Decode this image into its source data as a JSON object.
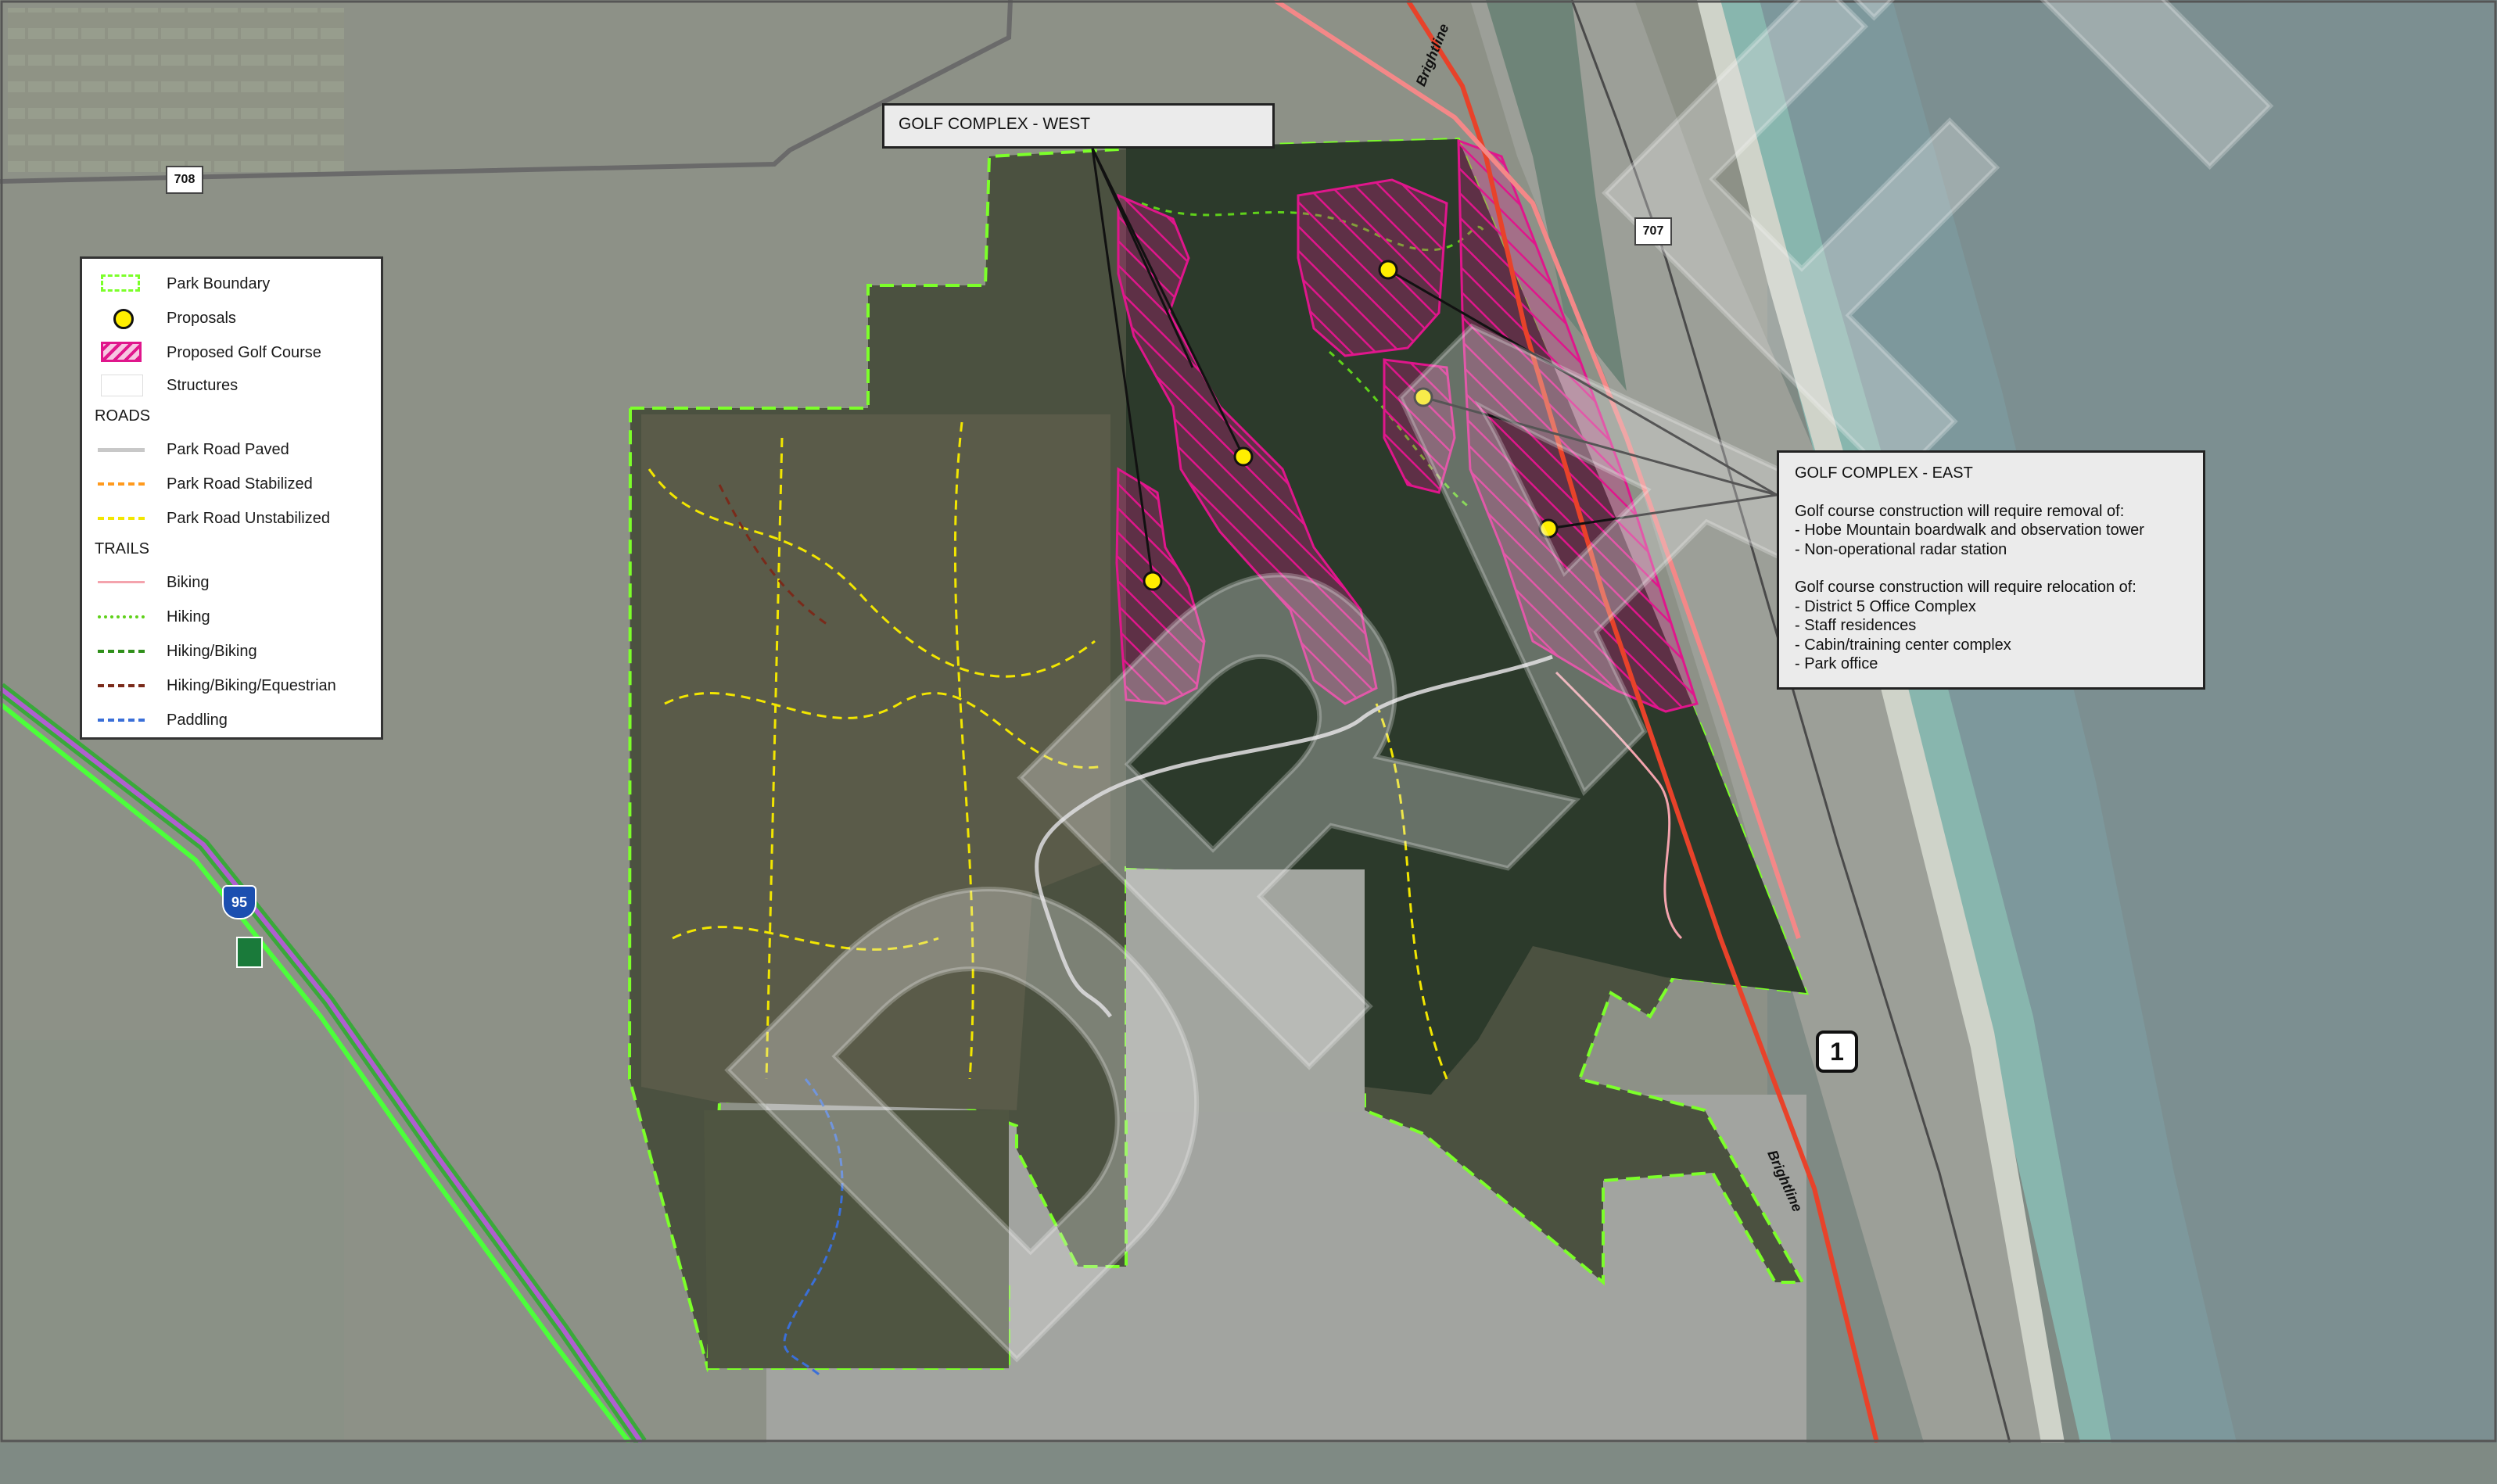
{
  "legend": {
    "items": [
      {
        "label": "Park Boundary",
        "symbol": "park-boundary",
        "color": "#7cff2a"
      },
      {
        "label": "Proposals",
        "symbol": "proposal-dot",
        "color": "#ffee00"
      },
      {
        "label": "Proposed Golf Course",
        "symbol": "golf-hatch",
        "color": "#e0168c"
      },
      {
        "label": "Structures",
        "symbol": "structures",
        "color": "#ffffff"
      }
    ],
    "roads_heading": "ROADS",
    "roads": [
      {
        "label": "Park Road Paved",
        "color": "#c8c8c8"
      },
      {
        "label": "Park Road Stabilized",
        "color": "#ff9a1e"
      },
      {
        "label": "Park Road Unstabilized",
        "color": "#f2e600"
      }
    ],
    "trails_heading": "TRAILS",
    "trails": [
      {
        "label": "Biking",
        "color": "#f4a3ad"
      },
      {
        "label": "Hiking",
        "color": "#5fd11a"
      },
      {
        "label": "Hiking/Biking",
        "color": "#2f8f1a"
      },
      {
        "label": "Hiking/Biking/Equestrian",
        "color": "#7a2a1a"
      },
      {
        "label": "Paddling",
        "color": "#3a6fd8"
      }
    ]
  },
  "callout_west": {
    "title": "GOLF COMPLEX - WEST"
  },
  "callout_east": {
    "title": "GOLF COMPLEX - EAST",
    "removal_intro": "Golf course construction will require removal of:",
    "removal_items": [
      "- Hobe Mountain boardwalk and observation tower",
      "- Non-operational radar station"
    ],
    "relocation_intro": "Golf course construction will require relocation of:",
    "relocation_items": [
      "- District 5 Office Complex",
      "- Staff residences",
      "- Cabin/training center complex",
      "- Park office"
    ]
  },
  "route_shields": [
    {
      "label": "708",
      "type": "state-road"
    },
    {
      "label": "707",
      "type": "state-road"
    },
    {
      "label": "1",
      "type": "us-highway"
    },
    {
      "label": "95",
      "type": "interstate"
    }
  ],
  "rail_labels": [
    "Brightline",
    "Brightline"
  ],
  "watermark": "DRAFT",
  "colors": {
    "ocean": "#7c8f91",
    "park_boundary": "#7cff2a",
    "golf": "#e0168c",
    "proposal": "#ffee00",
    "brightline": "#e8422a",
    "interstate": "#4cff3a"
  }
}
